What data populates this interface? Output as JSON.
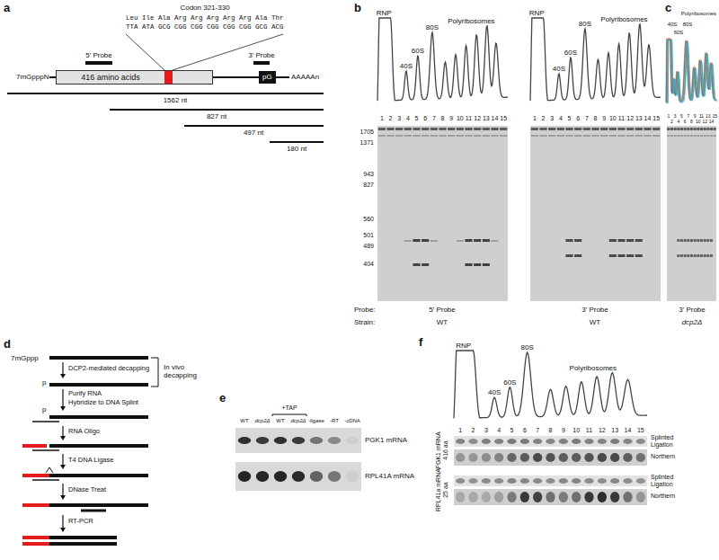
{
  "diagram": {
    "nodes": [
      {
        "text": [
          "416 amino acids"
        ]
      },
      {
        "text": [
          "pG"
        ]
      }
    ],
    "labels": [
      "a",
      "Codon 321-330",
      "Leu Ile Ala Arg Arg Arg Arg Arg Ala Thr",
      "TTA ATA GCG CGG CGG CGG CGG CGG GCG ACG",
      "5' Probe",
      "3' Probe",
      "7mGpppN",
      "AAAAAn",
      "1562 nt",
      "827 nt",
      "497 nt",
      "180 nt",
      "b",
      "RNP",
      "40S",
      "60S",
      "80S",
      "Polyribosomes",
      "RNP",
      "40S",
      "60S",
      "80S",
      "Polyribosomes",
      "1",
      "2",
      "3",
      "4",
      "5",
      "6",
      "7",
      "8",
      "9",
      "10",
      "11",
      "12",
      "13",
      "14",
      "15",
      "1",
      "2",
      "3",
      "4",
      "5",
      "6",
      "7",
      "8",
      "9",
      "10",
      "11",
      "12",
      "13",
      "14",
      "15",
      "1705",
      "1371",
      "943",
      "827",
      "560",
      "501",
      "489",
      "404",
      "Probe:",
      "5' Probe",
      "3' Probe",
      "Strain:",
      "WT",
      "WT",
      "c",
      "80S",
      "40S",
      "60S",
      "Polyribosomes",
      "1",
      "2",
      "3",
      "4",
      "5",
      "6",
      "7",
      "8",
      "9",
      "10",
      "11",
      "12",
      "13",
      "14",
      "15",
      "3' Probe",
      "dcp2Δ",
      "d",
      "7mGppp",
      "In vivo decapping",
      "DCP2-mediated decapping",
      "p",
      "Purify RNA",
      "Hybridize to DNA Splint",
      "p",
      "RNA Oligo",
      "T4 DNA Ligase",
      "DNase Treat",
      "RT-PCR",
      "e",
      "+TAP",
      "WT",
      "dcp2Δ",
      "WT",
      "dcp2Δ",
      "-ligase",
      "-RT",
      "-cDNA",
      "PGK1 mRNA",
      "RPL41A mRNA",
      "f",
      "RNP",
      "80S",
      "60S",
      "40S",
      "Polyribosomes",
      "1",
      "2",
      "3",
      "4",
      "5",
      "6",
      "7",
      "8",
      "9",
      "10",
      "11",
      "12",
      "13",
      "14",
      "15",
      "PGK1 mRNA 416 aa",
      "Splinted Ligation",
      "Northern",
      "RPL41a mRNA 25 aa",
      "Splinted Ligation",
      "Northern"
    ]
  }
}
